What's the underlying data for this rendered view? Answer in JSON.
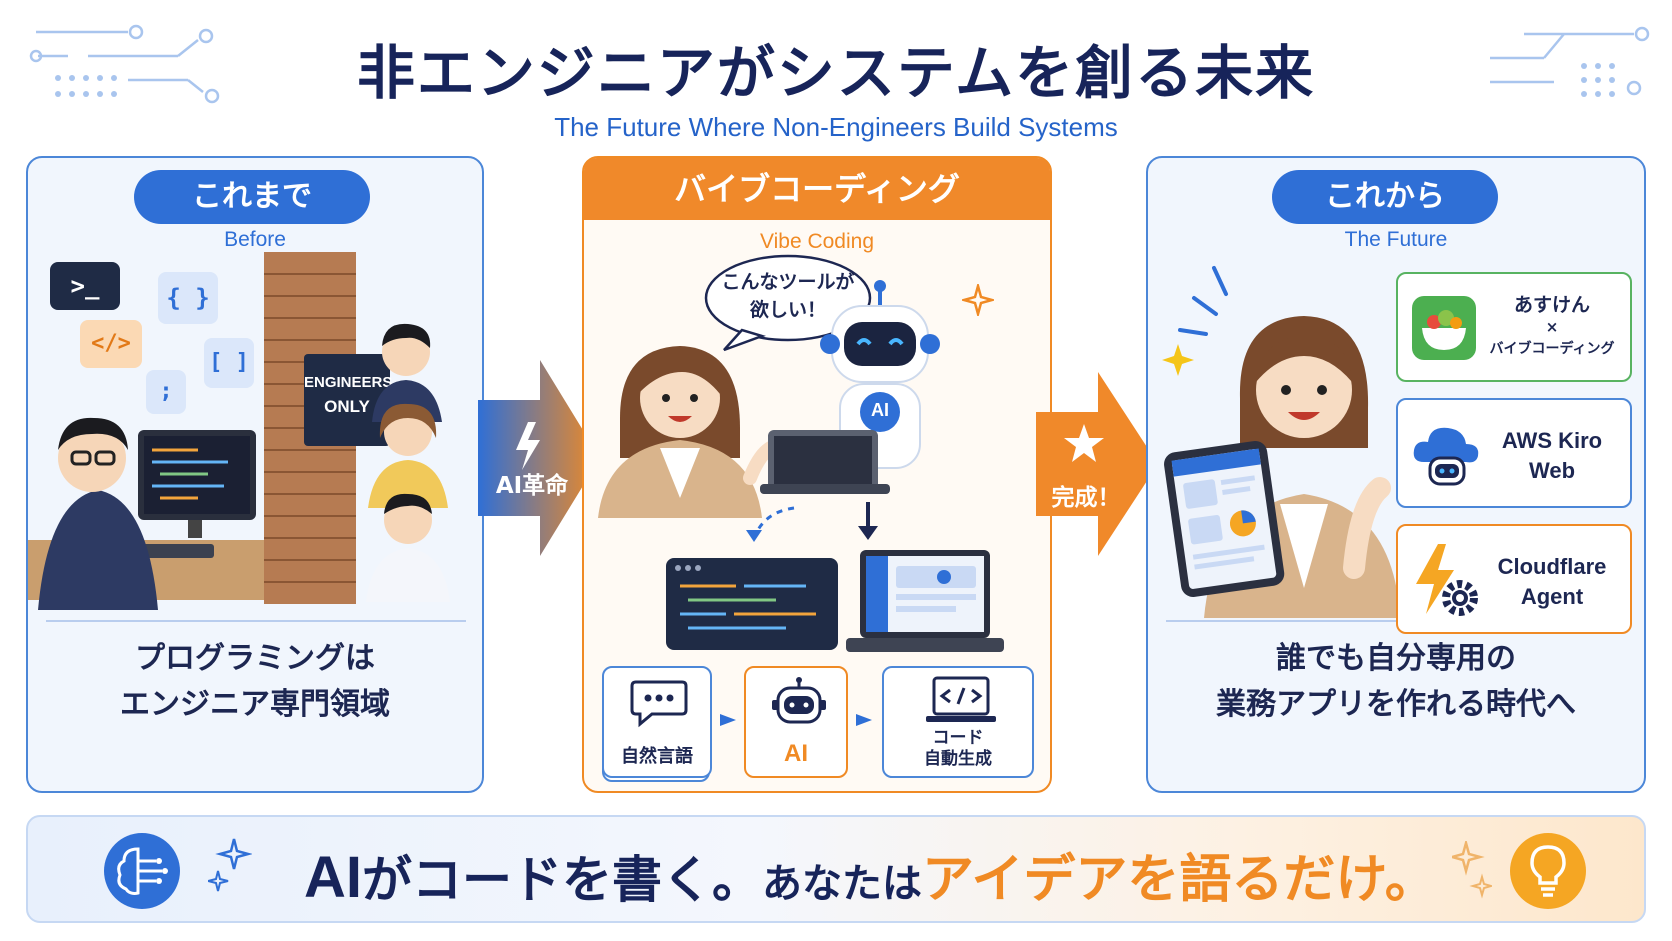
{
  "header": {
    "title": "非エンジニアがシステムを創る未来",
    "subtitle": "The Future Where Non-Engineers Build Systems"
  },
  "before_panel": {
    "pill": "これまで",
    "sub": "Before",
    "code_tiles": [
      ">_",
      "{ }",
      "</>",
      "[ ]",
      ";"
    ],
    "wall_sign_line1": "ENGINEERS",
    "wall_sign_line2": "ONLY",
    "caption_line1": "プログラミングは",
    "caption_line2": "エンジニア専門領域"
  },
  "arrow_1": {
    "label": "AI革命"
  },
  "vibe_panel": {
    "header": "バイブコーディング",
    "sub": "Vibe Coding",
    "speech_line1": "こんなツールが",
    "speech_line2": "欲しい！",
    "robot_chest": "AI",
    "flow": [
      {
        "label": "自然言語",
        "icon": "speech-bubble-icon"
      },
      {
        "label": "AI",
        "icon": "robot-icon"
      },
      {
        "label_line1": "コード",
        "label_line2": "自動生成",
        "icon": "code-laptop-icon"
      }
    ]
  },
  "arrow_2": {
    "label": "完成！"
  },
  "future_panel": {
    "pill": "これから",
    "sub": "The Future",
    "cards": [
      {
        "line1": "あすけん",
        "line2": "×",
        "line3": "バイブコーディング",
        "icon": "salad-bowl-icon"
      },
      {
        "line1": "AWS Kiro",
        "line2": "Web",
        "icon": "cloud-robot-icon"
      },
      {
        "line1": "Cloudflare",
        "line2": "Agent",
        "icon": "lightning-gear-icon"
      }
    ],
    "caption_line1": "誰でも自分専用の",
    "caption_line2": "業務アプリを作れる時代へ"
  },
  "banner": {
    "part1": "AI",
    "part2": "がコードを書く。",
    "part3": "あなたは",
    "part4": "アイデアを語るだけ。"
  },
  "colors": {
    "navy": "#17245a",
    "blue": "#2f6fd6",
    "orange": "#f0892a"
  }
}
